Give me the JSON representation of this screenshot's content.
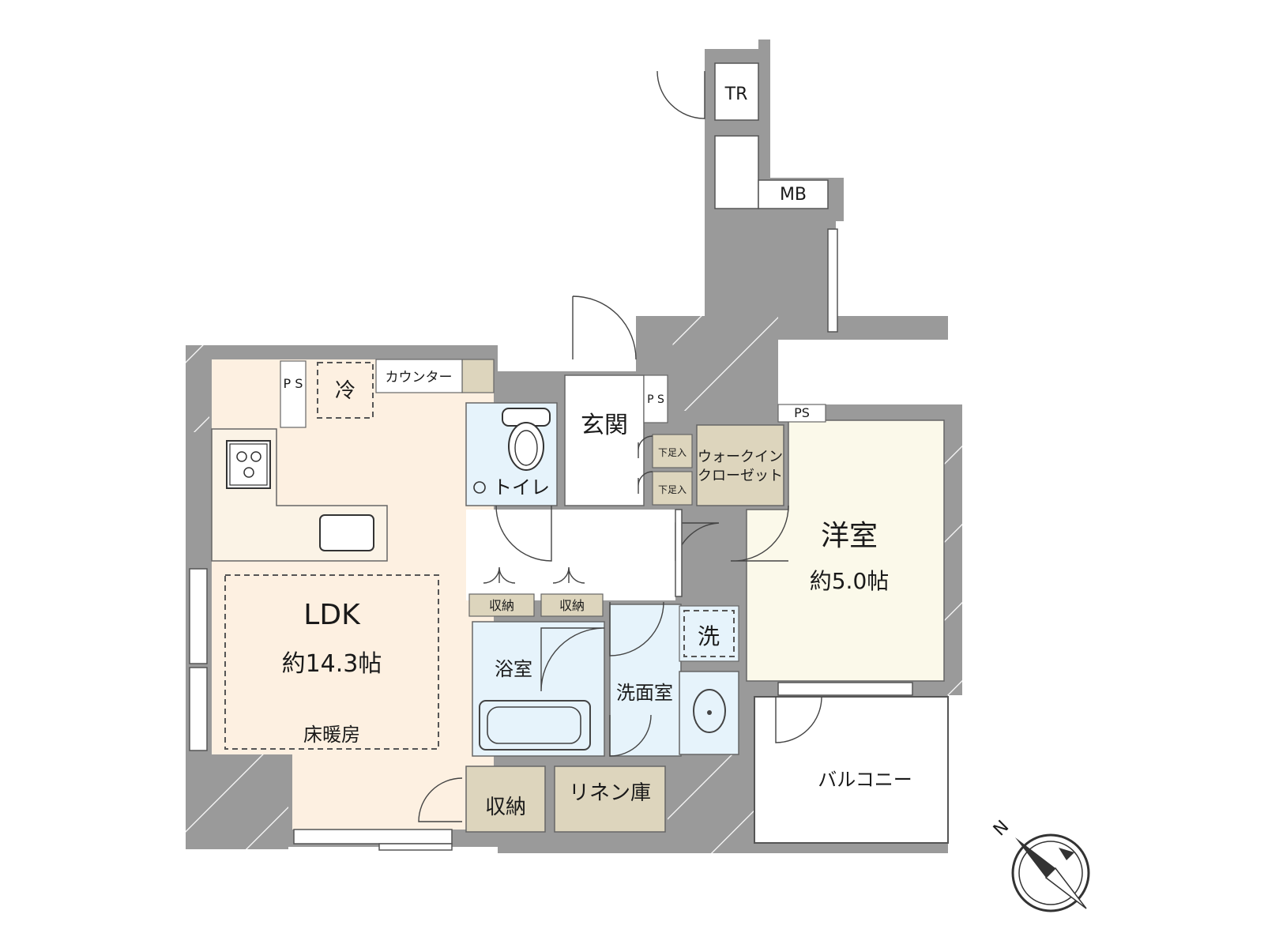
{
  "floorplan": {
    "rooms": {
      "ldk": {
        "name": "LDK",
        "size": "約14.3帖",
        "floor_heating": "床暖房"
      },
      "western_room": {
        "name": "洋室",
        "size": "約5.0帖"
      },
      "entrance": {
        "name": "玄関"
      },
      "toilet": {
        "name": "トイレ"
      },
      "bathroom": {
        "name": "浴室"
      },
      "washroom": {
        "name": "洗面室"
      },
      "walk_in_closet": {
        "name": "ウォークイン",
        "name2": "クローゼット"
      },
      "balcony": {
        "name": "バルコニー"
      },
      "storage_small_1": {
        "name": "収納"
      },
      "storage_small_2": {
        "name": "収納"
      },
      "storage_large": {
        "name": "収納"
      },
      "linen_storage": {
        "name": "リネン庫"
      },
      "shoe_box_1": {
        "name": "下足入"
      },
      "shoe_box_2": {
        "name": "下足入"
      }
    },
    "fixtures": {
      "refrigerator": "冷",
      "counter": "カウンター",
      "washer": "洗",
      "ps_kitchen": "P S",
      "ps_entrance": "P S",
      "ps_room": "PS",
      "tr": "TR",
      "mb": "MB"
    },
    "compass": {
      "label": "N"
    },
    "colors": {
      "wall": "#9a9a9a",
      "ldk_floor": "#fdf0e1",
      "room_floor": "#fbf9ea",
      "wet_area": "#e6f3fb",
      "storage": "#ddd5bd",
      "outdoor": "#ffffff"
    }
  }
}
